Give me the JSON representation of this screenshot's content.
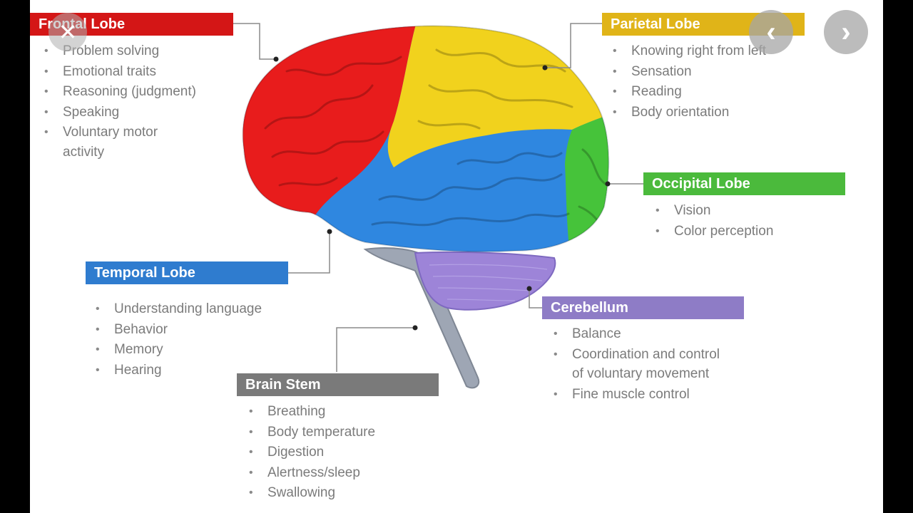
{
  "colors": {
    "frontal": "#e81c1c",
    "parietal": "#f1d21d",
    "occipital": "#46c33a",
    "temporal": "#2f87e0",
    "cerebellum": "#9d84d8",
    "stem": "#9ea6b4",
    "label_frontal": "#d41616",
    "label_parietal": "#e0b418",
    "label_occipital": "#4bba3c",
    "label_temporal": "#2f7ccf",
    "label_cerebellum": "#8e7cc6",
    "label_stem": "#7a7a7a"
  },
  "viewer": {
    "close_icon": "close-icon",
    "prev_icon": "chevron-left-icon",
    "next_icon": "chevron-right-icon",
    "close_glyph": "✕",
    "prev_glyph": "‹",
    "next_glyph": "›"
  },
  "frontal": {
    "title": "Frontal Lobe",
    "items": [
      "Problem solving",
      "Emotional traits",
      "Reasoning (judgment)",
      "Speaking",
      "Voluntary motor",
      "activity"
    ]
  },
  "parietal": {
    "title": "Parietal Lobe",
    "items": [
      "Knowing right from left",
      "Sensation",
      "Reading",
      "Body orientation"
    ]
  },
  "occipital": {
    "title": "Occipital Lobe",
    "items": [
      "Vision",
      "Color perception"
    ]
  },
  "temporal": {
    "title": "Temporal Lobe",
    "items": [
      "Understanding language",
      "Behavior",
      "Memory",
      "Hearing"
    ]
  },
  "cerebellum": {
    "title": "Cerebellum",
    "items": [
      "Balance",
      "Coordination and control",
      "of voluntary movement",
      "Fine muscle control"
    ]
  },
  "brainstem": {
    "title": "Brain Stem",
    "items": [
      "Breathing",
      "Body temperature",
      "Digestion",
      "Alertness/sleep",
      "Swallowing"
    ]
  }
}
